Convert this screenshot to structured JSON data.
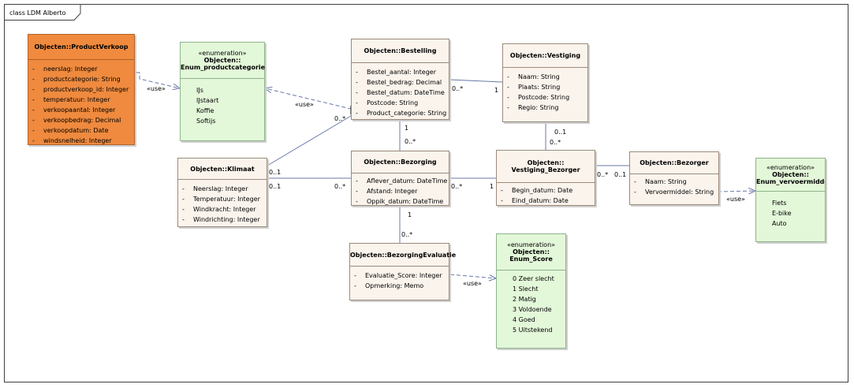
{
  "frame": {
    "title": "class LDM Alberto"
  },
  "classes": {
    "productverkoop": {
      "name": "Objecten::ProductVerkoop",
      "attrs": [
        "neerslag: Integer",
        "productcategorie: String",
        "productverkoop_id: Integer",
        "temperatuur: Integer",
        "verkoopaantal: Integer",
        "verkoopbedrag: Decimal",
        "verkoopdatum: Date",
        "windsnelheid: Integer"
      ]
    },
    "enum_productcategorie": {
      "stereotype": "«enumeration»",
      "name1": "Objecten::",
      "name2": "Enum_productcategorie",
      "literals": [
        "IJs",
        "IJstaart",
        "Koffie",
        "Softijs"
      ]
    },
    "bestelling": {
      "name": "Objecten::Bestelling",
      "attrs": [
        "Bestel_aantal: Integer",
        "Bestel_bedrag: Decimal",
        "Bestel_datum: DateTime",
        "Postcode: String",
        "Product_categorie: String"
      ]
    },
    "vestiging": {
      "name": "Objecten::Vestiging",
      "attrs": [
        "Naam: String",
        "Plaats: String",
        "Postcode: String",
        "Regio: String"
      ]
    },
    "klimaat": {
      "name": "Objecten::Klimaat",
      "attrs": [
        "Neerslag: Integer",
        "Temperatuur: Integer",
        "Windkracht: Integer",
        "Windrichting: Integer"
      ]
    },
    "bezorging": {
      "name": "Objecten::Bezorging",
      "attrs": [
        "Aflever_datum: DateTime",
        "Afstand: Integer",
        "Oppik_datum: DateTime"
      ]
    },
    "vestiging_bezorger": {
      "name1": "Objecten::",
      "name2": "Vestiging_Bezorger",
      "attrs": [
        "Begin_datum: Date",
        "Eind_datum: Date"
      ]
    },
    "bezorger": {
      "name": "Objecten::Bezorger",
      "attrs": [
        "Naam: String",
        "Vervoermiddel: String"
      ]
    },
    "enum_vervoermiddel": {
      "stereotype": "«enumeration»",
      "name1": "Objecten::",
      "name2": "Enum_vervoermiddel",
      "literals": [
        "Fiets",
        "E-bike",
        "Auto"
      ]
    },
    "bezorgingevaluatie": {
      "name": "Objecten::BezorgingEvaluatie",
      "attrs": [
        "Evaluatie_Score: Integer",
        "Opmerking: Memo"
      ]
    },
    "enum_score": {
      "stereotype": "«enumeration»",
      "name1": "Objecten::",
      "name2": "Enum_Score",
      "literals": [
        "0 Zeer slecht",
        "1 Slecht",
        "2 Matig",
        "3 Voldoende",
        "4 Goed",
        "5 Uitstekend"
      ]
    }
  },
  "visibility": "-",
  "labels": {
    "use_pv": "«use»",
    "use_best": "«use»",
    "use_bezorger": "«use»",
    "use_eval": "«use»",
    "best_vest_left": "0..*",
    "best_vest_right": "1",
    "best_bez_top": "1",
    "best_bez_bottom": "0..*",
    "klim_best": "0..*",
    "klim_01_a": "0..1",
    "klim_01_b": "0..1",
    "klim_bez": "0..*",
    "vest_vb_top": "0..1",
    "vest_vb_bottom": "0..*",
    "bez_vb_left": "0..*",
    "bez_vb_right": "1",
    "vb_bezorger_left": "0..*",
    "vb_bezorger_right": "0..1",
    "bez_eval_top": "1",
    "bez_eval_bottom": "0..*"
  }
}
